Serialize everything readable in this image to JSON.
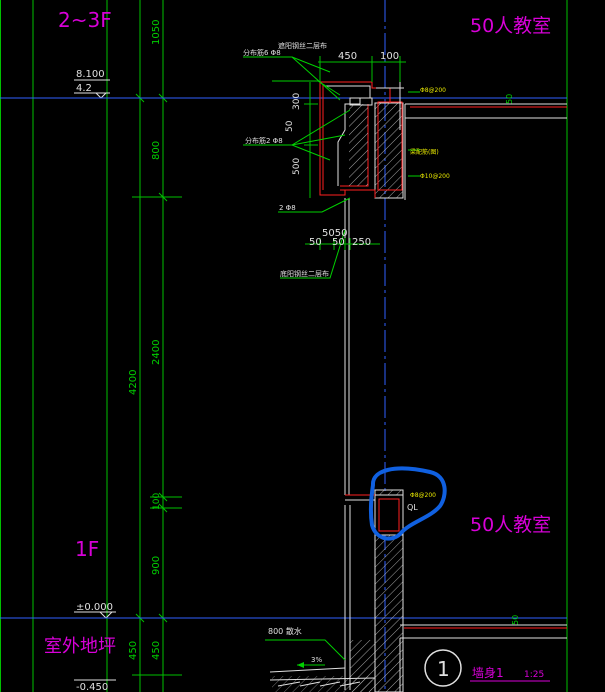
{
  "floor_labels": {
    "upper": "2~3F",
    "lower": "1F"
  },
  "rooms": {
    "upper": "50人教室",
    "lower": "50人教室"
  },
  "outdoor_ground": "室外地坪",
  "elevations": {
    "top_value": "8.100",
    "top_sub": "4.2",
    "zero": "±0.000",
    "bottom": "-0.450"
  },
  "vertical_dims": [
    "1050",
    "800",
    "2400",
    "4200",
    "100",
    "900",
    "450",
    "450"
  ],
  "dims_300_50_500": [
    "300",
    "50",
    "500"
  ],
  "top_dims": [
    "450",
    "100"
  ],
  "lower_dims": [
    "5050",
    "50",
    "50",
    "250"
  ],
  "callouts": {
    "fen1": "分布筋6 Φ8",
    "fen2": "分布筋2 Φ8",
    "two_phi8": "2 Φ8",
    "top_note": "遮阳钢丝二层布",
    "bottom_note": "底阳钢丝二层布",
    "d_phi8_200": "Φ8@200",
    "beam_note": "梁配筋(图)",
    "d_phi10": "Φ10@200",
    "ql_rebar": "Φ8@200",
    "ql": "QL",
    "waterproof": "800 散水",
    "slope": "3%",
    "slab_50a": "50",
    "slab_50b": "50"
  },
  "detail": {
    "number": "1",
    "title": "墙身1",
    "scale": "1:25"
  },
  "colors": {
    "bg": "#000000",
    "green": "#00e000",
    "magenta": "#d800d8",
    "blue": "#3060ff",
    "red": "#ff2020",
    "white": "#e0e0e0",
    "yellow": "#e8e800",
    "highlight": "#1060e0"
  }
}
